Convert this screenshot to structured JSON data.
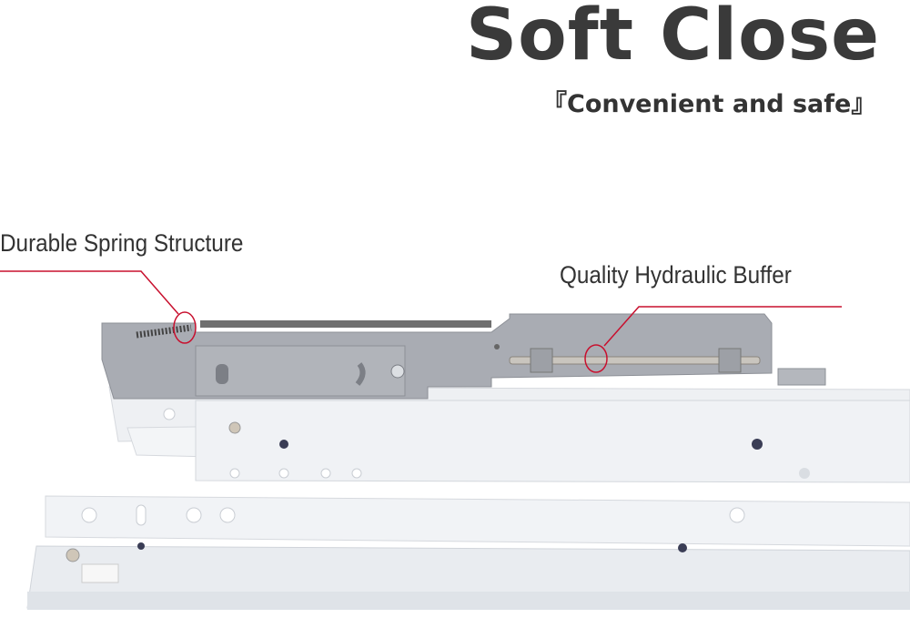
{
  "headline": "Soft Close",
  "subheadline": "『Convenient and safe』",
  "callouts": [
    {
      "label": "Durable Spring Structure"
    },
    {
      "label": "Quality Hydraulic Buffer"
    }
  ],
  "colors": {
    "callout_line": "#c8102e",
    "slide": "#eef0f3",
    "damper": "#a9acb3"
  }
}
